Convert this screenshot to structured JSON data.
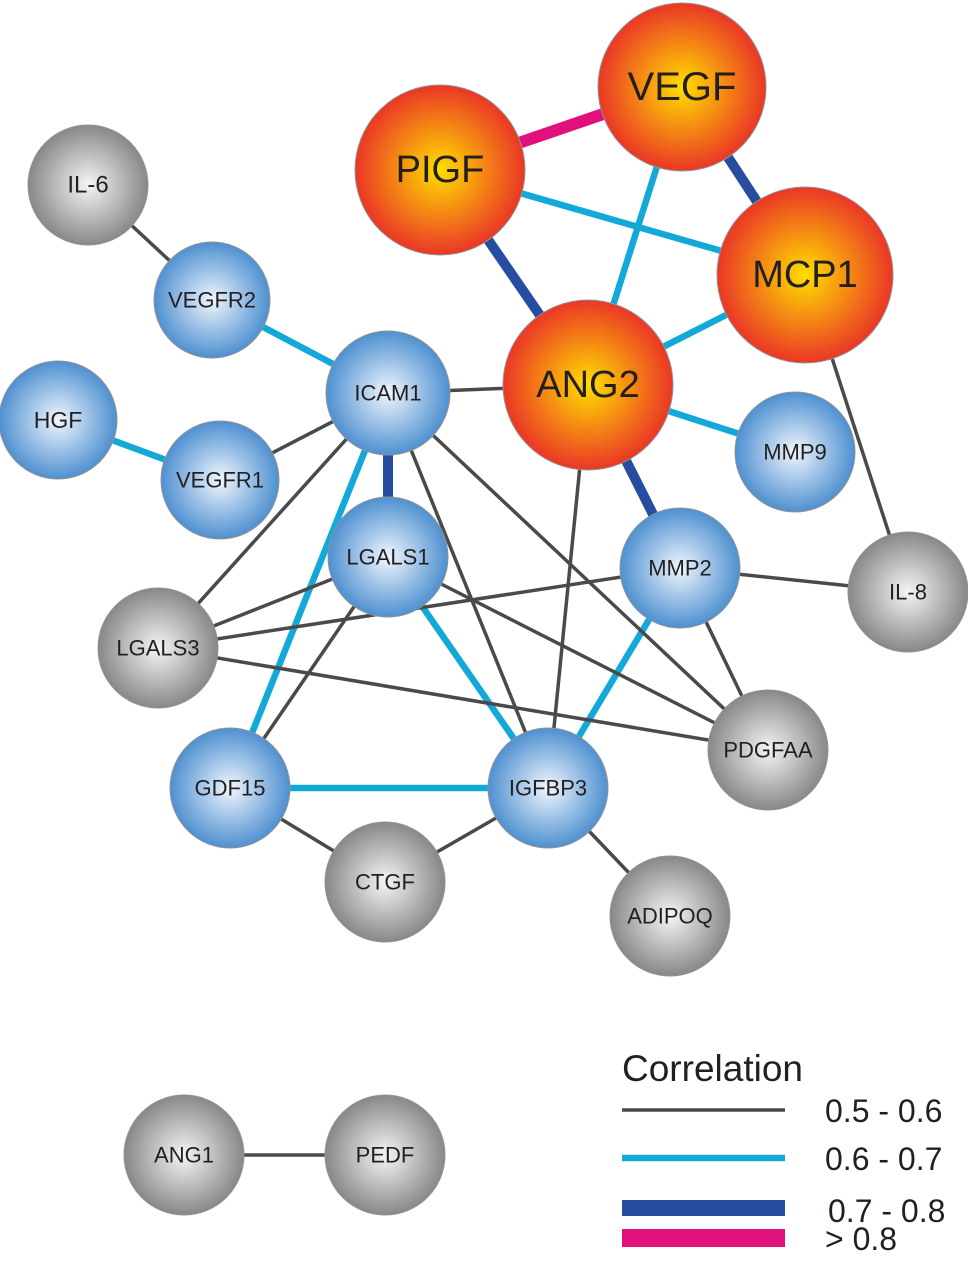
{
  "colors": {
    "gray_node_light": "#f5f5f5",
    "gray_node_dark": "#7d7d7d",
    "blue_node_light": "#f0f6fd",
    "blue_node_dark": "#3e86cc",
    "orange_node_light": "#ffde00",
    "orange_node_dark": "#e8262a",
    "stroke": "#939393"
  },
  "legend": {
    "title": "Correlation",
    "items": [
      {
        "label": "0.5 - 0.6",
        "color": "#4a4a4a",
        "class": "weak"
      },
      {
        "label": "0.6 - 0.7",
        "color": "#12a9d8",
        "class": "moderate"
      },
      {
        "label": "0.7 - 0.8",
        "color": "#274da0",
        "class": "strong"
      },
      {
        "label": "> 0.8",
        "color": "#e0117c",
        "class": "very-strong"
      }
    ]
  },
  "nodes": [
    {
      "id": "IL-6",
      "label": "IL-6",
      "type": "gray"
    },
    {
      "id": "VEGFR2",
      "label": "VEGFR2",
      "type": "blue"
    },
    {
      "id": "HGF",
      "label": "HGF",
      "type": "blue"
    },
    {
      "id": "VEGFR1",
      "label": "VEGFR1",
      "type": "blue"
    },
    {
      "id": "ICAM1",
      "label": "ICAM1",
      "type": "blue"
    },
    {
      "id": "LGALS1",
      "label": "LGALS1",
      "type": "blue"
    },
    {
      "id": "LGALS3",
      "label": "LGALS3",
      "type": "gray"
    },
    {
      "id": "GDF15",
      "label": "GDF15",
      "type": "blue"
    },
    {
      "id": "CTGF",
      "label": "CTGF",
      "type": "gray"
    },
    {
      "id": "IGFBP3",
      "label": "IGFBP3",
      "type": "blue"
    },
    {
      "id": "ADIPOQ",
      "label": "ADIPOQ",
      "type": "gray"
    },
    {
      "id": "PDGFAA",
      "label": "PDGFAA",
      "type": "gray"
    },
    {
      "id": "MMP2",
      "label": "MMP2",
      "type": "blue"
    },
    {
      "id": "IL-8",
      "label": "IL-8",
      "type": "gray"
    },
    {
      "id": "MMP9",
      "label": "MMP9",
      "type": "blue"
    },
    {
      "id": "ANG2",
      "label": "ANG2",
      "type": "orange"
    },
    {
      "id": "MCP1",
      "label": "MCP1",
      "type": "orange"
    },
    {
      "id": "PIGF",
      "label": "PIGF",
      "type": "orange"
    },
    {
      "id": "VEGF",
      "label": "VEGF",
      "type": "orange"
    },
    {
      "id": "ANG1",
      "label": "ANG1",
      "type": "gray"
    },
    {
      "id": "PEDF",
      "label": "PEDF",
      "type": "gray"
    }
  ],
  "edges": [
    {
      "from": "PIGF",
      "to": "VEGF",
      "class": "very-strong"
    },
    {
      "from": "VEGF",
      "to": "MCP1",
      "class": "strong"
    },
    {
      "from": "PIGF",
      "to": "ANG2",
      "class": "strong"
    },
    {
      "from": "ICAM1",
      "to": "LGALS1",
      "class": "strong"
    },
    {
      "from": "ANG2",
      "to": "MMP2",
      "class": "strong"
    },
    {
      "from": "PIGF",
      "to": "MCP1",
      "class": "moderate"
    },
    {
      "from": "VEGF",
      "to": "ANG2",
      "class": "moderate"
    },
    {
      "from": "MCP1",
      "to": "ANG2",
      "class": "moderate"
    },
    {
      "from": "ANG2",
      "to": "MMP9",
      "class": "moderate"
    },
    {
      "from": "VEGFR2",
      "to": "ICAM1",
      "class": "moderate"
    },
    {
      "from": "HGF",
      "to": "VEGFR1",
      "class": "moderate"
    },
    {
      "from": "ICAM1",
      "to": "GDF15",
      "class": "moderate"
    },
    {
      "from": "LGALS1",
      "to": "IGFBP3",
      "class": "moderate"
    },
    {
      "from": "GDF15",
      "to": "IGFBP3",
      "class": "moderate"
    },
    {
      "from": "MMP2",
      "to": "IGFBP3",
      "class": "moderate"
    },
    {
      "from": "IL-6",
      "to": "VEGFR2",
      "class": "weak"
    },
    {
      "from": "VEGFR1",
      "to": "ICAM1",
      "class": "weak"
    },
    {
      "from": "ICAM1",
      "to": "ANG2",
      "class": "weak"
    },
    {
      "from": "ICAM1",
      "to": "LGALS3",
      "class": "weak"
    },
    {
      "from": "ICAM1",
      "to": "IGFBP3",
      "class": "weak"
    },
    {
      "from": "ICAM1",
      "to": "PDGFAA",
      "class": "weak"
    },
    {
      "from": "LGALS1",
      "to": "LGALS3",
      "class": "weak"
    },
    {
      "from": "LGALS1",
      "to": "GDF15",
      "class": "weak"
    },
    {
      "from": "LGALS1",
      "to": "PDGFAA",
      "class": "weak"
    },
    {
      "from": "LGALS3",
      "to": "MMP2",
      "class": "weak"
    },
    {
      "from": "LGALS3",
      "to": "PDGFAA",
      "class": "weak"
    },
    {
      "from": "GDF15",
      "to": "CTGF",
      "class": "weak"
    },
    {
      "from": "CTGF",
      "to": "IGFBP3",
      "class": "weak"
    },
    {
      "from": "IGFBP3",
      "to": "ADIPOQ",
      "class": "weak"
    },
    {
      "from": "IGFBP3",
      "to": "ANG2",
      "class": "weak"
    },
    {
      "from": "MMP2",
      "to": "PDGFAA",
      "class": "weak"
    },
    {
      "from": "MMP2",
      "to": "IL-8",
      "class": "weak"
    },
    {
      "from": "MCP1",
      "to": "IL-8",
      "class": "weak"
    },
    {
      "from": "ANG1",
      "to": "PEDF",
      "class": "weak"
    }
  ]
}
